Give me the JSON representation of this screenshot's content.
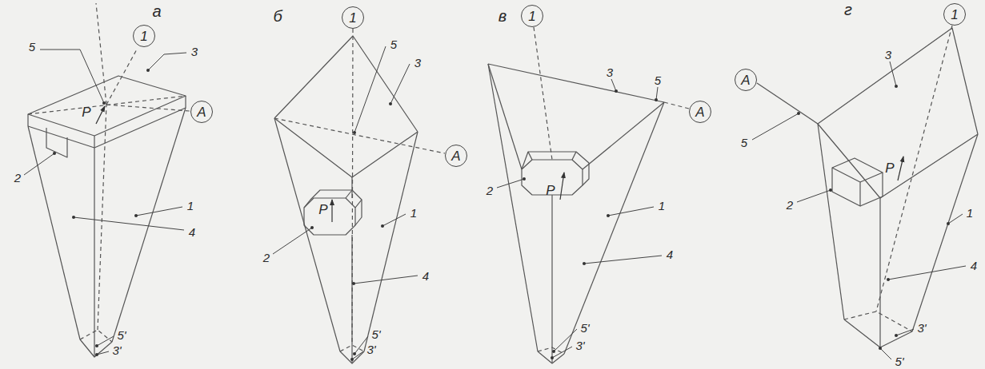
{
  "diagram": {
    "nodes": [
      {
        "text": [
          "1"
        ]
      },
      {
        "text": [
          "A"
        ]
      },
      {
        "text": [
          "1"
        ]
      },
      {
        "text": [
          "A"
        ]
      },
      {
        "text": [
          "1"
        ]
      },
      {
        "text": [
          "A"
        ]
      },
      {
        "text": [
          "1"
        ]
      },
      {
        "text": [
          "A"
        ]
      }
    ],
    "labels": [
      "а",
      "5",
      "3",
      "P",
      "2",
      "1",
      "4",
      "5'",
      "3'",
      "б",
      "5",
      "3",
      "P",
      "2",
      "1",
      "4",
      "5'",
      "3'",
      "в",
      "3",
      "5",
      "P",
      "2",
      "1",
      "4",
      "5'",
      "3'",
      "г",
      "3",
      "5",
      "P",
      "2",
      "1",
      "4",
      "3'",
      "5'"
    ]
  }
}
